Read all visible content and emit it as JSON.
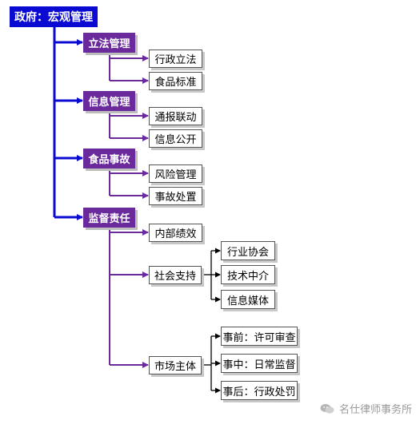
{
  "root": "政府：宏观管理",
  "branches": {
    "legislation": {
      "label": "立法管理",
      "items": [
        "行政立法",
        "食品标准"
      ]
    },
    "information": {
      "label": "信息管理",
      "items": [
        "通报联动",
        "信息公开"
      ]
    },
    "incidents": {
      "label": "食品事故",
      "items": [
        "风险管理",
        "事故处置"
      ]
    },
    "supervision": {
      "label": "监督责任",
      "items": {
        "internal": "内部绩效",
        "social": {
          "label": "社会支持",
          "items": [
            "行业协会",
            "技术中介",
            "信息媒体"
          ]
        },
        "market": {
          "label": "市场主体",
          "items": [
            "事前：许可审查",
            "事中：日常监督",
            "事后：行政处罚"
          ]
        }
      }
    }
  },
  "watermark": "名仕律师事务所",
  "colors": {
    "root": "#0a0ad2",
    "level1": "#6b2a9c",
    "connector_root": "#0a0ad2",
    "connector_level1": "#6b2a9c",
    "connector_leaf": "#000000"
  },
  "icons": {
    "watermark": "wechat-icon"
  }
}
